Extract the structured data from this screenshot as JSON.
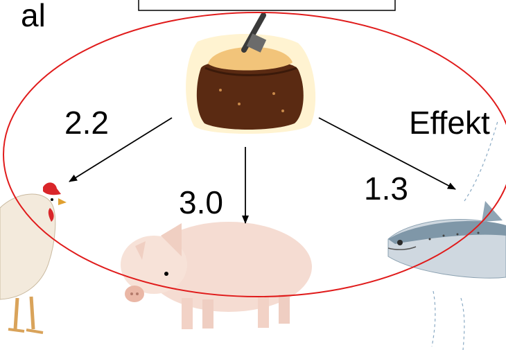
{
  "partial_title_left": "al",
  "labels": {
    "chicken_ratio": "2.2",
    "pig_ratio": "3.0",
    "fish_ratio": "1.3",
    "right_text": "Effekt"
  },
  "icons": {
    "feed": "feed-sack-icon",
    "chicken": "chicken-icon",
    "pig": "pig-icon",
    "fish": "salmon-icon"
  },
  "colors": {
    "ellipse": "#e01b1b",
    "sack": "#5a2a12",
    "grain": "#f2c47a",
    "glow": "#fff2cc"
  }
}
